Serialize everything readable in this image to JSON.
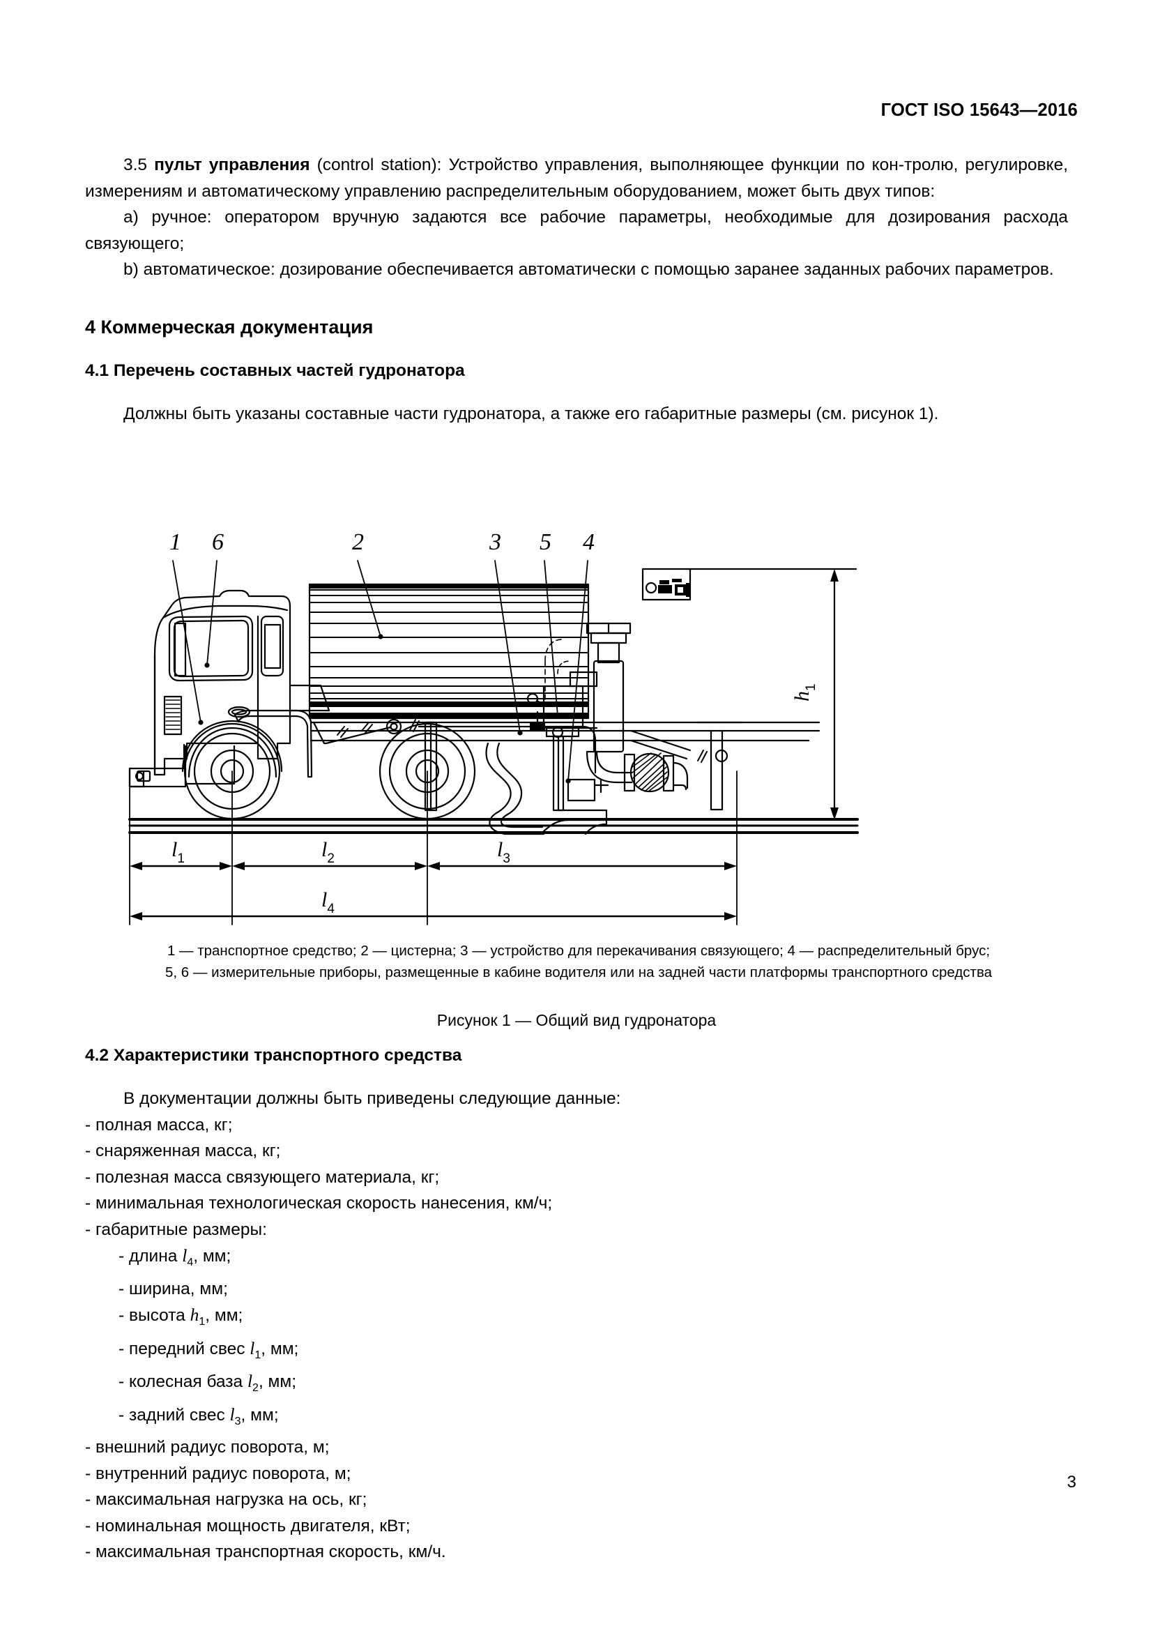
{
  "header": {
    "standard_id": "ГОСТ ISO 15643—2016"
  },
  "clause_3_5": {
    "number": "3.5",
    "term": "пульт управления",
    "english": "(control station):",
    "definition": "Устройство управления, выполняющее функции по кон-тролю, регулировке, измерениям и автоматическому управлению распределительным оборудованием, может быть двух типов:",
    "item_a": "a) ручное: оператором вручную задаются все рабочие параметры, необходимые для дозирования расхода связующего;",
    "item_b": "b) автоматическое: дозирование обеспечивается автоматически с помощью заранее заданных рабочих параметров."
  },
  "section_4": {
    "heading": "4 Коммерческая документация",
    "sub_4_1": {
      "heading": "4.1 Перечень составных частей гудронатора",
      "paragraph": "Должны быть указаны составные части гудронатора, а также его габаритные размеры (см. рисунок 1)."
    },
    "sub_4_2": {
      "heading": "4.2 Характеристики транспортного средства",
      "lead": "В документации должны быть приведены следующие данные:",
      "items": [
        "- полная масса, кг;",
        "- снаряженная масса, кг;",
        "- полезная масса связующего материала, кг;",
        "- минимальная технологическая скорость нанесения, км/ч;",
        "- габаритные размеры:"
      ],
      "sub_items": [
        {
          "prefix": "- длина ",
          "symbol": "l",
          "sub": "4",
          "suffix": ", мм;"
        },
        {
          "prefix": "- ширина, мм;",
          "symbol": "",
          "sub": "",
          "suffix": ""
        },
        {
          "prefix": "- высота ",
          "symbol": "h",
          "sub": "1",
          "suffix": ", мм;"
        },
        {
          "prefix": "- передний свес ",
          "symbol": "l",
          "sub": "1",
          "suffix": ", мм;"
        },
        {
          "prefix": "- колесная база ",
          "symbol": "l",
          "sub": "2",
          "suffix": ", мм;"
        },
        {
          "prefix": "- задний свес ",
          "symbol": "l",
          "sub": "3",
          "suffix": ", мм;"
        }
      ],
      "tail_items": [
        "- внешний радиус поворота, м;",
        "- внутренний радиус поворота, м;",
        "- максимальная нагрузка на ось, кг;",
        "- номинальная мощность двигателя, кВт;",
        "- максимальная транспортная скорость, км/ч."
      ]
    }
  },
  "figure": {
    "callouts": [
      "1",
      "6",
      "2",
      "3",
      "5",
      "4"
    ],
    "dimensions": {
      "height_symbol": "h",
      "height_sub": "1",
      "l1_symbol": "l",
      "l1_sub": "1",
      "l2_symbol": "l",
      "l2_sub": "2",
      "l3_symbol": "l",
      "l3_sub": "3",
      "l4_symbol": "l",
      "l4_sub": "4"
    },
    "legend_line1": "1 — транспортное средство; 2 — цистерна; 3 — устройство для перекачивания связующего; 4 — распределительный брус;",
    "legend_line2": "5, 6 — измерительные приборы, размещенные в кабине водителя или на задней части платформы транспортного средства",
    "caption": "Рисунок 1 — Общий вид гудронатора"
  },
  "footer": {
    "page_number": "3"
  },
  "colors": {
    "ink": "#000000",
    "paper": "#ffffff"
  }
}
